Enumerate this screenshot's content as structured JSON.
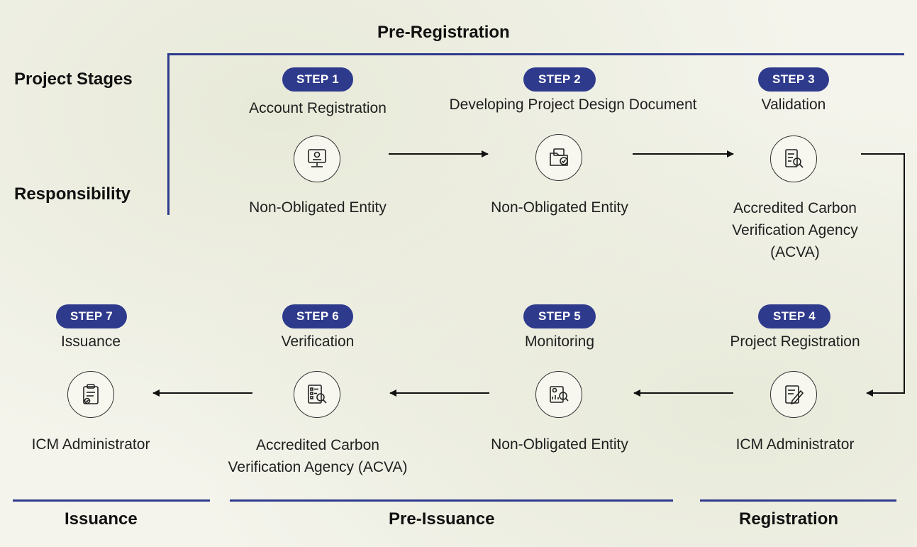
{
  "headers": {
    "pre_registration": "Pre-Registration",
    "project_stages": "Project Stages",
    "responsibility": "Responsibility",
    "issuance": "Issuance",
    "pre_issuance": "Pre-Issuance",
    "registration": "Registration"
  },
  "steps": [
    {
      "badge": "STEP 1",
      "title": "Account Registration",
      "responsibility": "Non-Obligated Entity",
      "icon": "computer-monitor-icon"
    },
    {
      "badge": "STEP 2",
      "title": "Developing Project Design Document",
      "responsibility": "Non-Obligated Entity",
      "icon": "document-folder-icon"
    },
    {
      "badge": "STEP 3",
      "title": "Validation",
      "responsibility_lines": [
        "Accredited Carbon",
        "Verification Agency",
        "(ACVA)"
      ],
      "icon": "document-search-icon"
    },
    {
      "badge": "STEP 4",
      "title": "Project Registration",
      "responsibility": "ICM Administrator",
      "icon": "edit-document-icon"
    },
    {
      "badge": "STEP 5",
      "title": "Monitoring",
      "responsibility": "Non-Obligated Entity",
      "icon": "monitoring-report-icon"
    },
    {
      "badge": "STEP 6",
      "title": "Verification",
      "responsibility_lines": [
        "Accredited Carbon",
        "Verification Agency (ACVA)"
      ],
      "icon": "checklist-search-icon"
    },
    {
      "badge": "STEP 7",
      "title": "Issuance",
      "responsibility": "ICM Administrator",
      "icon": "clipboard-approved-icon"
    }
  ],
  "colors": {
    "accent": "#2e3a8c",
    "background": "#f4f4ec",
    "text": "#1f1f1f"
  }
}
